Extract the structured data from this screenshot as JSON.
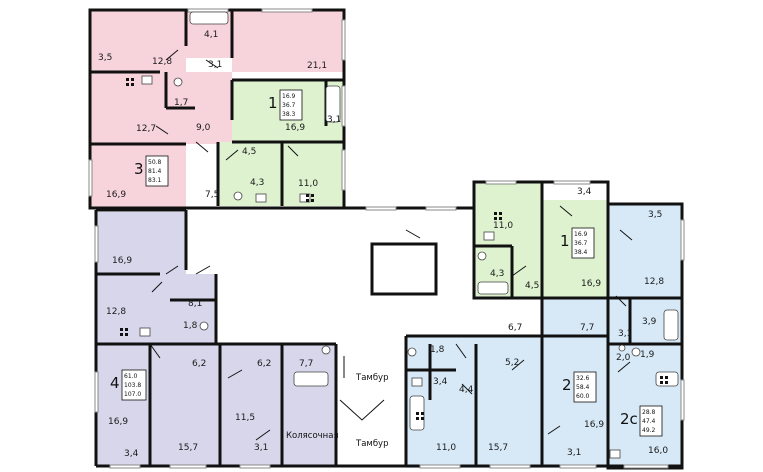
{
  "colors": {
    "pink": "#f7d3dc",
    "green": "#def2cf",
    "lavender": "#d8d6ea",
    "blue": "#d7e9f7",
    "wall": "#111111"
  },
  "apartments": [
    {
      "id": "apt-3-pink",
      "number": "3",
      "areas": [
        "50.8",
        "81.4",
        "83.1"
      ]
    },
    {
      "id": "apt-1-green-left",
      "number": "1",
      "areas": [
        "16.9",
        "36.7",
        "38.3"
      ]
    },
    {
      "id": "apt-4-lavender",
      "number": "4",
      "areas": [
        "61.0",
        "103.8",
        "107.0"
      ]
    },
    {
      "id": "apt-1-green-right",
      "number": "1",
      "areas": [
        "16.9",
        "36.7",
        "38.4"
      ]
    },
    {
      "id": "apt-2-blue",
      "number": "2",
      "areas": [
        "32.6",
        "58.4",
        "60.0"
      ]
    },
    {
      "id": "apt-2c-blue",
      "number": "2с",
      "areas": [
        "28.8",
        "47.4",
        "49.2"
      ]
    }
  ],
  "rooms": [
    "3,5",
    "12,8",
    "4,1",
    "3,1",
    "21,1",
    "1,7",
    "12,7",
    "9,0",
    "16,9",
    "16,9",
    "3,1",
    "4,5",
    "4,3",
    "11,0",
    "7,5",
    "16,9",
    "12,8",
    "8,1",
    "1,8",
    "6,2",
    "6,2",
    "7,7",
    "16,9",
    "15,7",
    "11,5",
    "3,1",
    "3,4",
    "11,0",
    "3,4",
    "4,3",
    "4,5",
    "16,9",
    "3,5",
    "12,8",
    "7,7",
    "3,1",
    "3,9",
    "6,7",
    "2,0",
    "1,9",
    "1,8",
    "3,4",
    "4,4",
    "5,2",
    "11,0",
    "15,7",
    "16,9",
    "3,1",
    "16,0"
  ],
  "halls": [
    "Тамбур",
    "Тамбур",
    "Колясочная"
  ],
  "icons": [
    "stove-icon",
    "bathtub-icon",
    "toilet-icon",
    "sink-icon",
    "door-icon",
    "window-icon"
  ]
}
